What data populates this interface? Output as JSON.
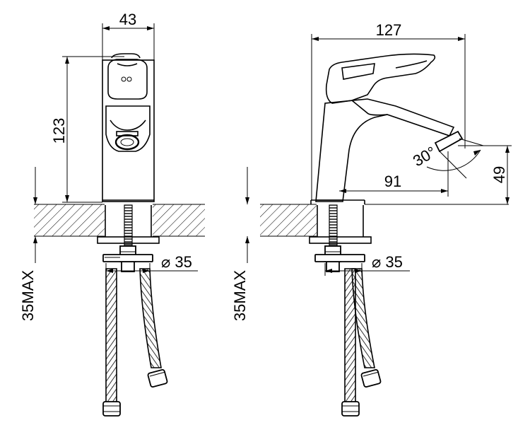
{
  "colors": {
    "line": "#000000",
    "background": "#ffffff"
  },
  "front_view": {
    "width_label": "43",
    "height_label": "123",
    "hole_label": "⌀ 35",
    "max_label": "35MAX"
  },
  "side_view": {
    "width_label": "127",
    "reach_label": "91",
    "outlet_height_label": "49",
    "angle_label": "30°",
    "hole_label": "⌀ 35",
    "max_label": "35MAX"
  }
}
